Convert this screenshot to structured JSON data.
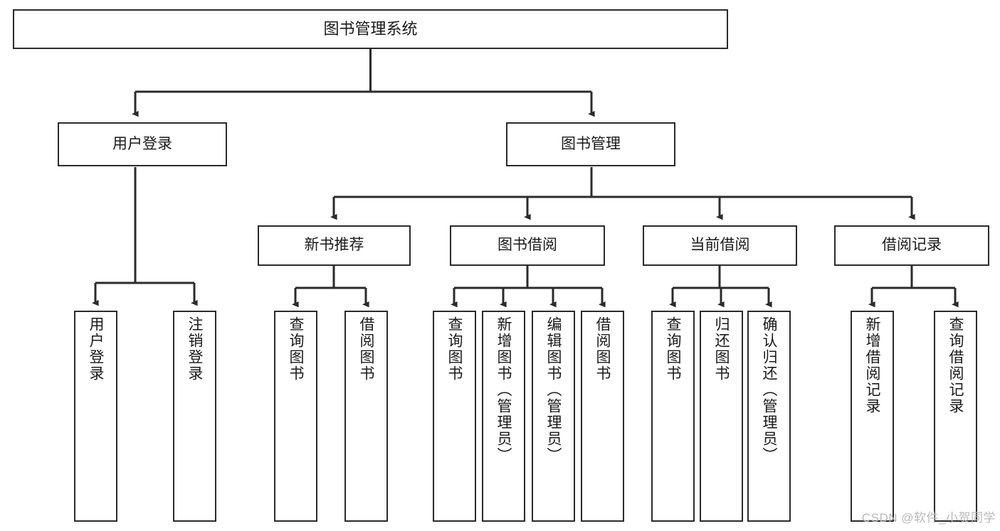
{
  "diagram": {
    "title": "图书管理系统",
    "type": "tree",
    "root": {
      "label": "图书管理系统"
    },
    "level2": [
      {
        "label": "用户登录"
      },
      {
        "label": "图书管理"
      }
    ],
    "level3": [
      {
        "label": "新书推荐"
      },
      {
        "label": "图书借阅"
      },
      {
        "label": "当前借阅"
      },
      {
        "label": "借阅记录"
      }
    ],
    "leaves": {
      "user_login": [
        {
          "label": "用户登录"
        },
        {
          "label": "注销登录"
        }
      ],
      "new_book": [
        {
          "label": "查询图书"
        },
        {
          "label": "借阅图书"
        }
      ],
      "book_borrow": [
        {
          "label": "查询图书"
        },
        {
          "label": "新增图书（管理员）"
        },
        {
          "label": "编辑图书（管理员）"
        },
        {
          "label": "借阅图书"
        }
      ],
      "current_borrow": [
        {
          "label": "查询图书"
        },
        {
          "label": "归还图书"
        },
        {
          "label": "确认归还（管理员）"
        }
      ],
      "borrow_record": [
        {
          "label": "新增借阅记录"
        },
        {
          "label": "查询借阅记录"
        }
      ]
    }
  },
  "watermark": {
    "text": "CSDN @软件_小贺同学"
  },
  "colors": {
    "stroke": "#2b2b2b",
    "fill": "#ffffff",
    "text": "#1a1a1a",
    "watermark": "#b9b9b9"
  }
}
